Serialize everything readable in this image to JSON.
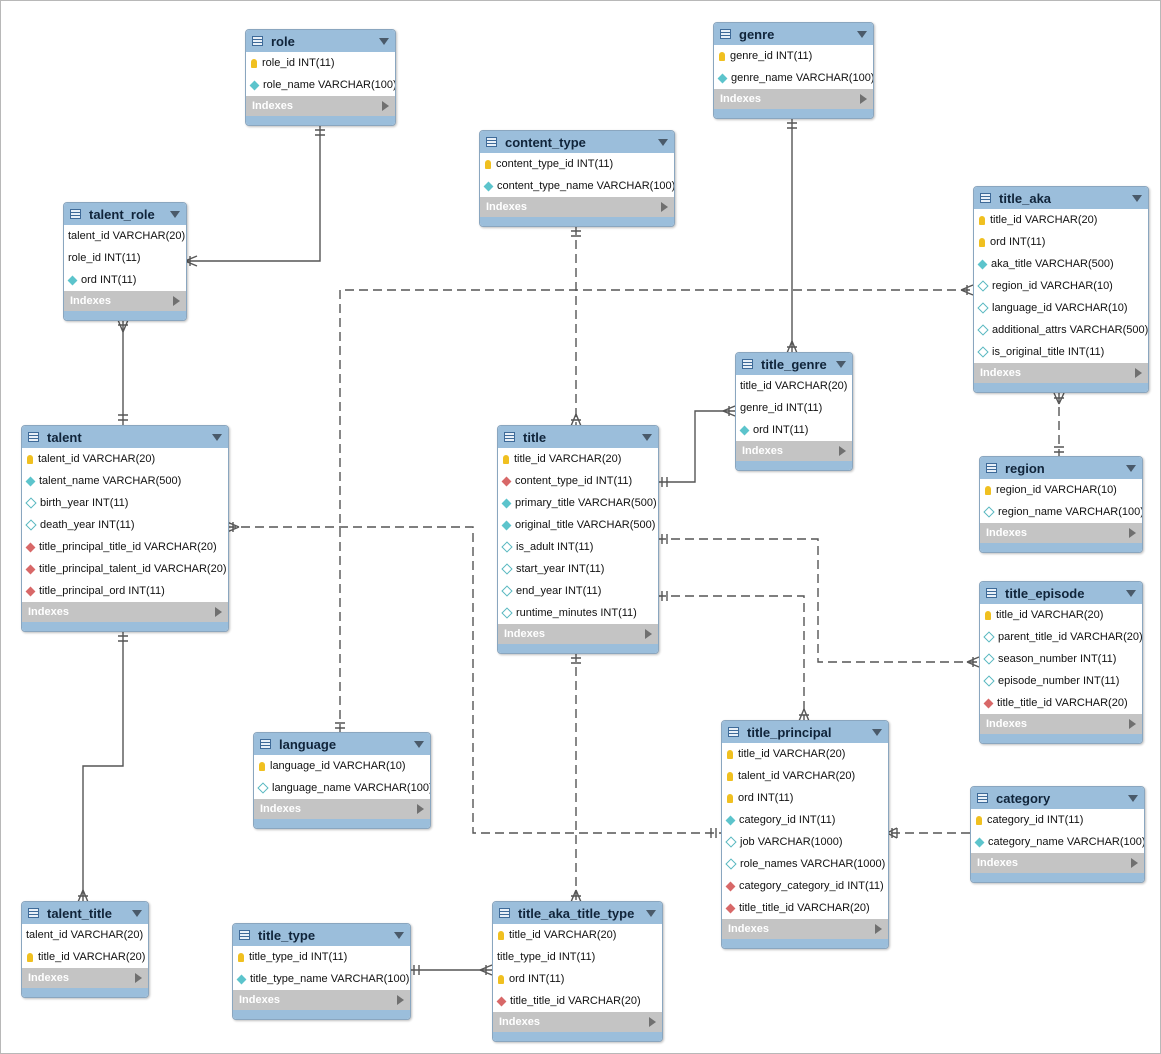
{
  "indexes_label": "Indexes",
  "colors": {
    "header": "#9bbedb",
    "index_bar": "#c4c4c4",
    "line": "#555555",
    "pk": "#f0c020",
    "fk": "#d86868",
    "attr": "#5cc4cc"
  },
  "tables": {
    "role": {
      "name": "role",
      "columns": [
        {
          "text": "role_id INT(11)",
          "icon": "pk"
        },
        {
          "text": "role_name VARCHAR(100)",
          "icon": "nn"
        }
      ]
    },
    "talent_role": {
      "name": "talent_role",
      "columns": [
        {
          "text": "talent_id VARCHAR(20)",
          "icon": ""
        },
        {
          "text": "role_id INT(11)",
          "icon": ""
        },
        {
          "text": "ord INT(11)",
          "icon": "nn"
        }
      ]
    },
    "talent": {
      "name": "talent",
      "columns": [
        {
          "text": "talent_id VARCHAR(20)",
          "icon": "pk"
        },
        {
          "text": "talent_name VARCHAR(500)",
          "icon": "nn"
        },
        {
          "text": "birth_year INT(11)",
          "icon": "nl"
        },
        {
          "text": "death_year INT(11)",
          "icon": "nl"
        },
        {
          "text": "title_principal_title_id VARCHAR(20)",
          "icon": "fk"
        },
        {
          "text": "title_principal_talent_id VARCHAR(20)",
          "icon": "fk"
        },
        {
          "text": "title_principal_ord INT(11)",
          "icon": "fk"
        }
      ]
    },
    "talent_title": {
      "name": "talent_title",
      "columns": [
        {
          "text": "talent_id VARCHAR(20)",
          "icon": ""
        },
        {
          "text": "title_id VARCHAR(20)",
          "icon": "pk"
        }
      ]
    },
    "content_type": {
      "name": "content_type",
      "columns": [
        {
          "text": "content_type_id INT(11)",
          "icon": "pk"
        },
        {
          "text": "content_type_name VARCHAR(100)",
          "icon": "nn"
        }
      ]
    },
    "genre": {
      "name": "genre",
      "columns": [
        {
          "text": "genre_id INT(11)",
          "icon": "pk"
        },
        {
          "text": "genre_name VARCHAR(100)",
          "icon": "nn"
        }
      ]
    },
    "title_aka": {
      "name": "title_aka",
      "columns": [
        {
          "text": "title_id VARCHAR(20)",
          "icon": "pk"
        },
        {
          "text": "ord INT(11)",
          "icon": "pk"
        },
        {
          "text": "aka_title VARCHAR(500)",
          "icon": "nn"
        },
        {
          "text": "region_id VARCHAR(10)",
          "icon": "nl"
        },
        {
          "text": "language_id VARCHAR(10)",
          "icon": "nl"
        },
        {
          "text": "additional_attrs VARCHAR(500)",
          "icon": "nl"
        },
        {
          "text": "is_original_title INT(11)",
          "icon": "nl"
        }
      ]
    },
    "title_genre": {
      "name": "title_genre",
      "columns": [
        {
          "text": "title_id VARCHAR(20)",
          "icon": ""
        },
        {
          "text": "genre_id INT(11)",
          "icon": ""
        },
        {
          "text": "ord INT(11)",
          "icon": "nn"
        }
      ]
    },
    "title": {
      "name": "title",
      "columns": [
        {
          "text": "title_id VARCHAR(20)",
          "icon": "pk"
        },
        {
          "text": "content_type_id INT(11)",
          "icon": "fk"
        },
        {
          "text": "primary_title VARCHAR(500)",
          "icon": "nn"
        },
        {
          "text": "original_title VARCHAR(500)",
          "icon": "nn"
        },
        {
          "text": "is_adult INT(11)",
          "icon": "nl"
        },
        {
          "text": "start_year INT(11)",
          "icon": "nl"
        },
        {
          "text": "end_year INT(11)",
          "icon": "nl"
        },
        {
          "text": "runtime_minutes INT(11)",
          "icon": "nl"
        }
      ]
    },
    "region": {
      "name": "region",
      "columns": [
        {
          "text": "region_id VARCHAR(10)",
          "icon": "pk"
        },
        {
          "text": "region_name VARCHAR(100)",
          "icon": "nl"
        }
      ]
    },
    "title_episode": {
      "name": "title_episode",
      "columns": [
        {
          "text": "title_id VARCHAR(20)",
          "icon": "pk"
        },
        {
          "text": "parent_title_id VARCHAR(20)",
          "icon": "nl"
        },
        {
          "text": "season_number INT(11)",
          "icon": "nl"
        },
        {
          "text": "episode_number INT(11)",
          "icon": "nl"
        },
        {
          "text": "title_title_id VARCHAR(20)",
          "icon": "fk"
        }
      ]
    },
    "language": {
      "name": "language",
      "columns": [
        {
          "text": "language_id VARCHAR(10)",
          "icon": "pk"
        },
        {
          "text": "language_name VARCHAR(100)",
          "icon": "nl"
        }
      ]
    },
    "title_principal": {
      "name": "title_principal",
      "columns": [
        {
          "text": "title_id VARCHAR(20)",
          "icon": "pk"
        },
        {
          "text": "talent_id VARCHAR(20)",
          "icon": "pk"
        },
        {
          "text": "ord INT(11)",
          "icon": "pk"
        },
        {
          "text": "category_id INT(11)",
          "icon": "nn"
        },
        {
          "text": "job VARCHAR(1000)",
          "icon": "nl"
        },
        {
          "text": "role_names VARCHAR(1000)",
          "icon": "nl"
        },
        {
          "text": "category_category_id INT(11)",
          "icon": "fk"
        },
        {
          "text": "title_title_id VARCHAR(20)",
          "icon": "fk"
        }
      ]
    },
    "category": {
      "name": "category",
      "columns": [
        {
          "text": "category_id INT(11)",
          "icon": "pk"
        },
        {
          "text": "category_name VARCHAR(100)",
          "icon": "nn"
        }
      ]
    },
    "title_type": {
      "name": "title_type",
      "columns": [
        {
          "text": "title_type_id INT(11)",
          "icon": "pk"
        },
        {
          "text": "title_type_name VARCHAR(100)",
          "icon": "nn"
        }
      ]
    },
    "title_aka_title_type": {
      "name": "title_aka_title_type",
      "columns": [
        {
          "text": "title_id VARCHAR(20)",
          "icon": "pk"
        },
        {
          "text": "title_type_id INT(11)",
          "icon": ""
        },
        {
          "text": "ord INT(11)",
          "icon": "pk"
        },
        {
          "text": "title_title_id VARCHAR(20)",
          "icon": "fk"
        }
      ]
    }
  }
}
